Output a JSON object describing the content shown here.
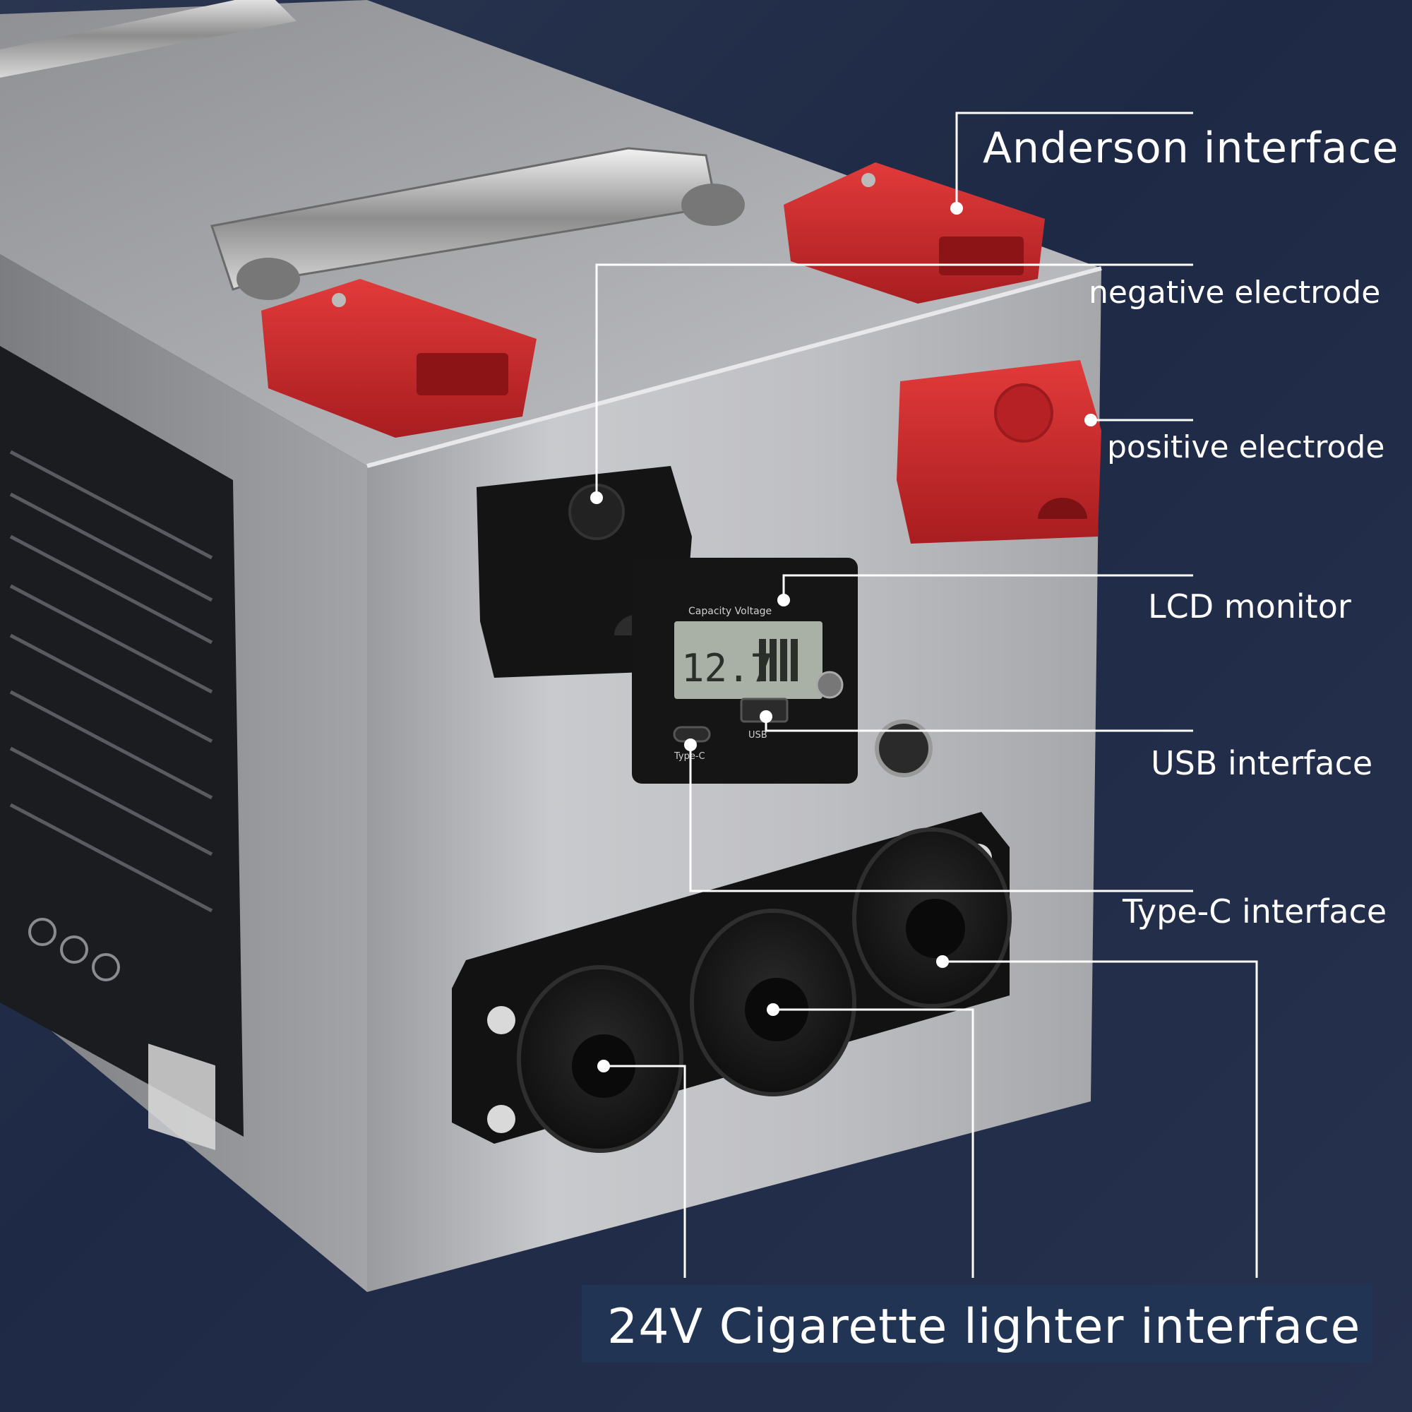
{
  "labels": {
    "anderson": "Anderson interface",
    "negative": "negative electrode",
    "positive": "positive electrode",
    "lcd": "LCD monitor",
    "usb": "USB interface",
    "typec": "Type-C interface",
    "cigarette": "24V Cigarette lighter interface"
  },
  "lcd_display": {
    "header": "Capacity Voltage",
    "reading": "12.7"
  },
  "panel_small_labels": {
    "usb": "USB",
    "typec": "Type-C"
  },
  "colors": {
    "background": "#24304c",
    "connector_red": "#c9262a",
    "casing_silver": "#b9babd",
    "lcd_screen": "#a9b0a6",
    "leader_line": "#ffffff"
  }
}
